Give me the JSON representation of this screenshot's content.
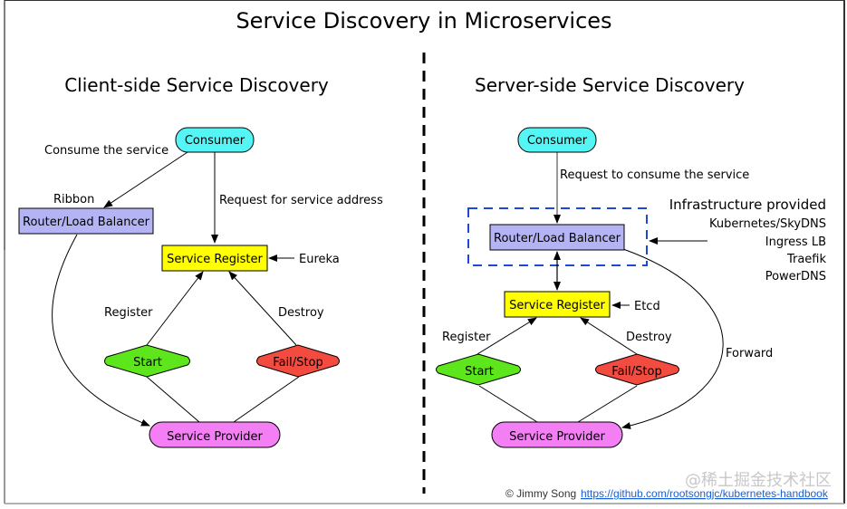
{
  "title": "Service Discovery in Microservices",
  "left": {
    "heading": "Client-side Service Discovery",
    "nodes": {
      "consumer": "Consumer",
      "router": "Router/Load Balancer",
      "register": "Service Register",
      "start": "Start",
      "fail": "Fail/Stop",
      "provider": "Service Provider"
    },
    "labels": {
      "consume": "Consume the service",
      "ribbon": "Ribbon",
      "request": "Request for service address",
      "eureka": "Eureka",
      "register": "Register",
      "destroy": "Destroy"
    }
  },
  "right": {
    "heading": "Server-side Service Discovery",
    "nodes": {
      "consumer": "Consumer",
      "router": "Router/Load Balancer",
      "register": "Service Register",
      "start": "Start",
      "fail": "Fail/Stop",
      "provider": "Service Provider"
    },
    "labels": {
      "request": "Request to consume the service",
      "infra_title": "Infrastructure provided",
      "infra_items": [
        "Kubernetes/SkyDNS",
        "Ingress LB",
        "Traefik",
        "PowerDNS"
      ],
      "etcd": "Etcd",
      "register": "Register",
      "destroy": "Destroy",
      "forward": "Forward"
    }
  },
  "footer": {
    "credit": "© Jimmy Song",
    "link": "https://github.com/rootsongjc/kubernetes-handbook",
    "watermark": "@稀土掘金技术社区"
  },
  "colors": {
    "consumer": "#55f5f5",
    "router": "#b4b4f5",
    "register": "#ffff00",
    "start": "#5ee61c",
    "fail": "#f34b3f",
    "provider": "#f47ff4",
    "infra_box": "#1f48d6"
  }
}
